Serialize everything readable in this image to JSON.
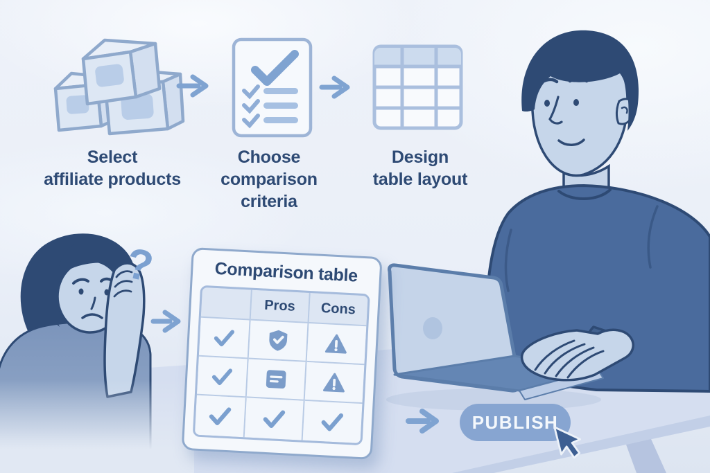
{
  "workflow": {
    "steps": [
      {
        "label": "Select\naffiliate products",
        "icon": "product-boxes-icon"
      },
      {
        "label": "Choose\ncomparison\ncriteria",
        "icon": "checklist-icon"
      },
      {
        "label": "Design\ntable layout",
        "icon": "table-grid-icon"
      }
    ]
  },
  "comparison_card": {
    "title": "Comparison table",
    "columns": [
      "",
      "Pros",
      "Cons"
    ],
    "rows": [
      {
        "cells": [
          "check-icon",
          "shield-check-icon",
          "warning-icon"
        ]
      },
      {
        "cells": [
          "check-icon",
          "note-icon",
          "warning-icon"
        ]
      },
      {
        "cells": [
          "check-icon",
          "check-icon",
          "check-icon"
        ]
      }
    ]
  },
  "publish": {
    "button_label": "PUBLISH"
  },
  "woman": {
    "question_mark": "?"
  },
  "colors": {
    "text_navy": "#2e4a74",
    "icon_blue": "#7ba0cf",
    "cell_icon_blue": "#7b9cc9",
    "arrow_blue": "#7fa3d1",
    "publish_button": "#87a5d1",
    "sweater_blue": "#4a6b9d",
    "skin_blue": "#c6d6ea",
    "hair_navy": "#2e4a74",
    "desk_blue": "#d5def0",
    "background": "#eef2f9",
    "card_border": "#8fa9cc"
  }
}
